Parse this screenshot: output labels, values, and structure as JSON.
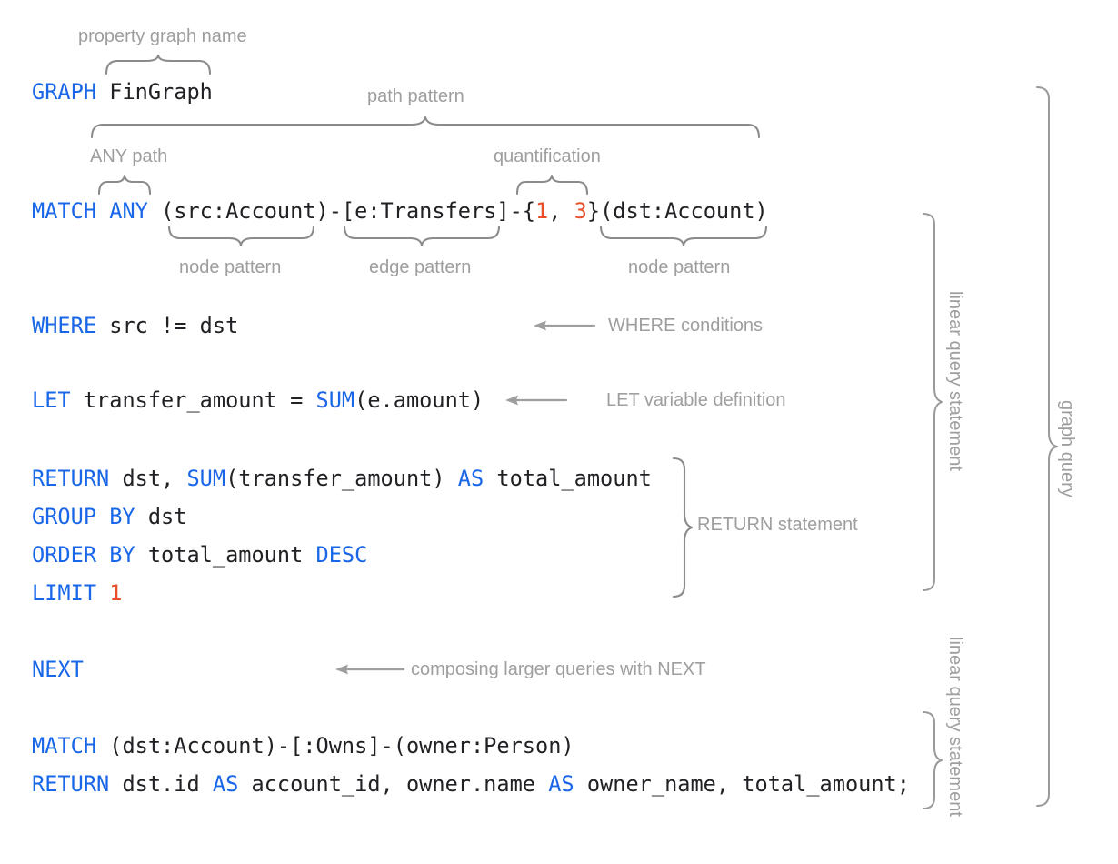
{
  "diagram": {
    "title": "GQL graph query annotated syntax diagram",
    "colors": {
      "keyword": "#1967e8",
      "literal": "#e8502a",
      "text": "#202124",
      "annotation": "#9e9e9e",
      "brace": "#8b8b8b",
      "background": "#ffffff"
    }
  },
  "code_lines": [
    {
      "id": "line-graph",
      "tokens": [
        {
          "t": "GRAPH",
          "k": "kw"
        },
        {
          "t": " FinGraph",
          "k": ""
        }
      ],
      "text": "GRAPH FinGraph"
    },
    {
      "id": "line-match-any",
      "tokens": [
        {
          "t": "MATCH",
          "k": "kw"
        },
        {
          "t": " ",
          "k": ""
        },
        {
          "t": "ANY",
          "k": "kw"
        },
        {
          "t": " (src:Account)-[e:Transfers]-{",
          "k": ""
        },
        {
          "t": "1",
          "k": "num"
        },
        {
          "t": ", ",
          "k": ""
        },
        {
          "t": "3",
          "k": "num"
        },
        {
          "t": "}(dst:Account)",
          "k": ""
        }
      ],
      "text": "MATCH ANY (src:Account)-[e:Transfers]-{1, 3}(dst:Account)"
    },
    {
      "id": "line-where",
      "tokens": [
        {
          "t": "WHERE",
          "k": "kw"
        },
        {
          "t": " src != dst",
          "k": ""
        }
      ],
      "text": "WHERE src != dst"
    },
    {
      "id": "line-let",
      "tokens": [
        {
          "t": "LET",
          "k": "kw"
        },
        {
          "t": " transfer_amount = ",
          "k": ""
        },
        {
          "t": "SUM",
          "k": "kw"
        },
        {
          "t": "(e.amount)",
          "k": ""
        }
      ],
      "text": "LET transfer_amount = SUM(e.amount)"
    },
    {
      "id": "line-return",
      "tokens": [
        {
          "t": "RETURN",
          "k": "kw"
        },
        {
          "t": " dst, ",
          "k": ""
        },
        {
          "t": "SUM",
          "k": "kw"
        },
        {
          "t": "(transfer_amount) ",
          "k": ""
        },
        {
          "t": "AS",
          "k": "kw"
        },
        {
          "t": " total_amount",
          "k": ""
        }
      ],
      "text": "RETURN dst, SUM(transfer_amount) AS total_amount"
    },
    {
      "id": "line-group-by",
      "tokens": [
        {
          "t": "GROUP BY",
          "k": "kw"
        },
        {
          "t": " dst",
          "k": ""
        }
      ],
      "text": "GROUP BY dst"
    },
    {
      "id": "line-order-by",
      "tokens": [
        {
          "t": "ORDER BY",
          "k": "kw"
        },
        {
          "t": " total_amount ",
          "k": ""
        },
        {
          "t": "DESC",
          "k": "kw"
        }
      ],
      "text": "ORDER BY total_amount DESC"
    },
    {
      "id": "line-limit",
      "tokens": [
        {
          "t": "LIMIT",
          "k": "kw"
        },
        {
          "t": " ",
          "k": ""
        },
        {
          "t": "1",
          "k": "num"
        }
      ],
      "text": "LIMIT 1"
    },
    {
      "id": "line-next",
      "tokens": [
        {
          "t": "NEXT",
          "k": "kw"
        }
      ],
      "text": "NEXT"
    },
    {
      "id": "line-match-owns",
      "tokens": [
        {
          "t": "MATCH",
          "k": "kw"
        },
        {
          "t": " (dst:Account)-[:Owns]-(owner:Person)",
          "k": ""
        }
      ],
      "text": "MATCH (dst:Account)-[:Owns]-(owner:Person)"
    },
    {
      "id": "line-return-final",
      "tokens": [
        {
          "t": "RETURN",
          "k": "kw"
        },
        {
          "t": " dst.id ",
          "k": ""
        },
        {
          "t": "AS",
          "k": "kw"
        },
        {
          "t": " account_id, owner.name ",
          "k": ""
        },
        {
          "t": "AS",
          "k": "kw"
        },
        {
          "t": " owner_name, total_amount;",
          "k": ""
        }
      ],
      "text": "RETURN dst.id AS account_id, owner.name AS owner_name, total_amount;"
    }
  ],
  "annotations": {
    "property_graph_name": "property graph name",
    "path_pattern": "path pattern",
    "any_path": "ANY path",
    "quantification": "quantification",
    "node_pattern_left": "node pattern",
    "edge_pattern": "edge pattern",
    "node_pattern_right": "node pattern",
    "where_conditions": "WHERE conditions",
    "let_variable_definition": "LET variable definition",
    "return_statement": "RETURN statement",
    "next_composing": "composing larger queries with NEXT",
    "linear_query_statement_1": "linear query statement",
    "linear_query_statement_2": "linear query statement",
    "graph_query": "graph query"
  }
}
